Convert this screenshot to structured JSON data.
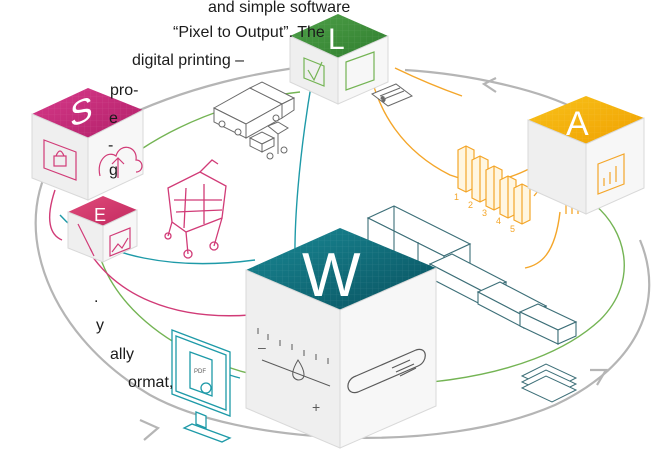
{
  "text_lines": [
    "and simple software",
    "“Pixel to Output”. The",
    "digital printing –",
    "pro-",
    "e",
    "-",
    "g",
    ".",
    "y",
    "ally",
    "ormat,"
  ],
  "cubes": {
    "s": {
      "letter": "S",
      "color": "#c8287a"
    },
    "e": {
      "letter": "E",
      "color": "#d2386c"
    },
    "l": {
      "letter": "L",
      "color": "#3f8f3a"
    },
    "a": {
      "letter": "A",
      "color": "#f2b000"
    },
    "w": {
      "letter": "W",
      "color": "#0d6f7d"
    }
  },
  "glyphs": {
    "bar_numbers": [
      "1",
      "2",
      "3",
      "4",
      "5"
    ],
    "pdf": "PDF",
    "ink_plus": "+",
    "ink_minus": "–"
  },
  "colors": {
    "outer_ring": "#b5b5b5",
    "green_ring": "#74b454",
    "orange_line": "#f4a62a",
    "teal_line": "#1e9aa8",
    "pink_line": "#d13b77",
    "line_art": "#7a7a7a"
  },
  "icons": [
    "truck-icon",
    "forklift-icon",
    "cart-icon",
    "printer-icon",
    "monitor-icon",
    "paper-stack-icon",
    "bar-chart-icon",
    "document-icon",
    "cloud-icon",
    "lock-icon",
    "brush-icon",
    "image-icon"
  ]
}
